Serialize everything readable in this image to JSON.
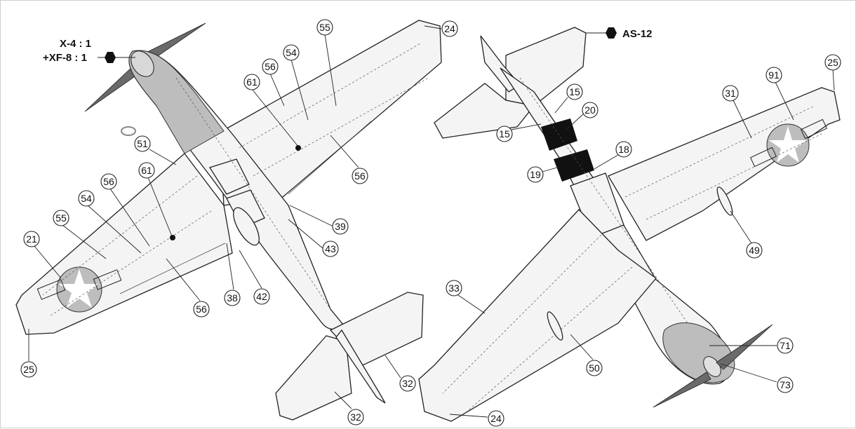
{
  "paint_notes": {
    "left_line1": "X-4 : 1",
    "left_line2": "+XF-8 : 1",
    "right": "AS-12"
  },
  "left_view_callouts": [
    "24",
    "55",
    "54",
    "56",
    "61",
    "51",
    "61",
    "56",
    "54",
    "55",
    "21",
    "25",
    "56",
    "38",
    "42",
    "43",
    "39",
    "56",
    "32",
    "32"
  ],
  "right_view_callouts": [
    "15",
    "15",
    "20",
    "18",
    "19",
    "31",
    "91",
    "25",
    "49",
    "33",
    "50",
    "71",
    "73",
    "24"
  ]
}
